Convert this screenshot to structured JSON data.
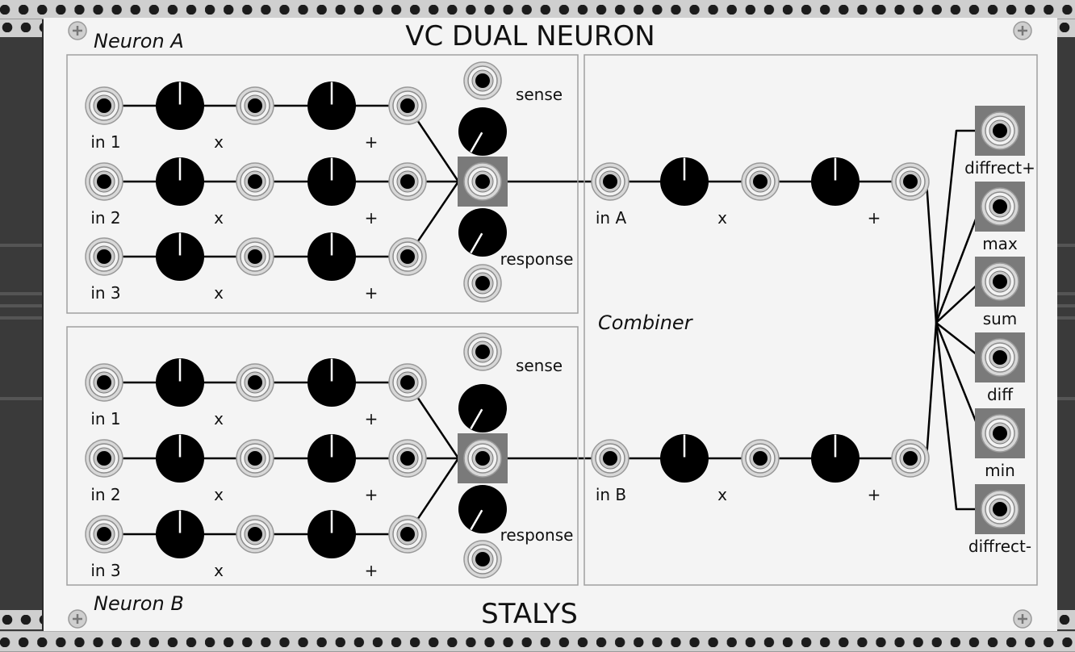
{
  "module": {
    "title": "VC DUAL NEURON",
    "brand": "STALYS",
    "neuron_a_label": "Neuron A",
    "neuron_b_label": "Neuron B",
    "combiner_label": "Combiner"
  },
  "neuron": {
    "inputs": [
      "in 1",
      "in 2",
      "in 3"
    ],
    "mult_label": "x",
    "offset_label": "+",
    "sense_label": "sense",
    "response_label": "response"
  },
  "combiner": {
    "in_a": "in A",
    "in_b": "in B",
    "mult_label": "x",
    "offset_label": "+",
    "outputs": [
      "diffrect+",
      "max",
      "sum",
      "diff",
      "min",
      "diffrect-"
    ]
  },
  "colors": {
    "panel": "#f4f4f4",
    "knob": "#000000",
    "output_bg": "#7a7a7a",
    "border": "#a0a0a0",
    "rail": "#cfcfcf"
  }
}
